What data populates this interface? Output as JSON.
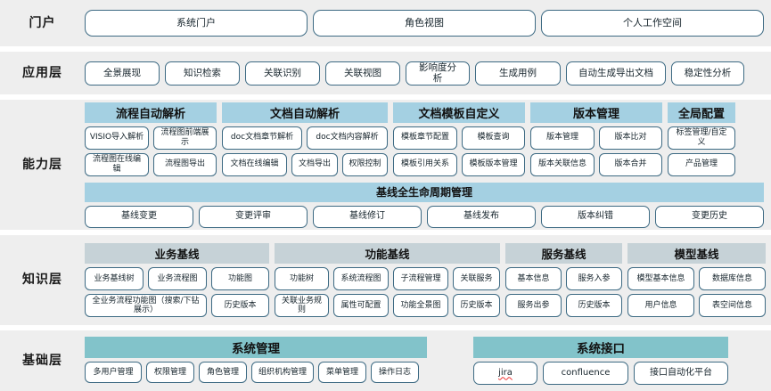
{
  "meta": {
    "title": "系统架构分层图",
    "colors": {
      "band_bg": "#eeeeee",
      "pill_border": "#3d6a83",
      "header_capability": "#a4d0e2",
      "header_knowledge": "#c6d2d7",
      "header_base": "#82c3ca",
      "page_bg": "#ffffff"
    }
  },
  "layers": [
    {
      "id": "portal",
      "label": "门户",
      "items": [
        "系统门户",
        "角色视图",
        "个人工作空间"
      ]
    },
    {
      "id": "application",
      "label": "应用层",
      "items": [
        "全景展现",
        "知识检索",
        "关联识别",
        "关联视图",
        "影响度分析",
        "生成用例",
        "自动生成导出文档",
        "稳定性分析"
      ]
    },
    {
      "id": "capability",
      "label": "能力层",
      "groups": [
        {
          "header": "流程自动解析",
          "row1": [
            "VISIO导入解析",
            "流程图前端展示"
          ],
          "row2": [
            "流程图在线编辑",
            "流程图导出"
          ]
        },
        {
          "header": "文档自动解析",
          "row1": [
            "doc文档章节解析",
            "doc文档内容解析"
          ],
          "row2": [
            "文档在线编辑",
            "文档导出",
            "权限控制"
          ]
        },
        {
          "header": "文档模板自定义",
          "row1": [
            "模板章节配置",
            "模板查询"
          ],
          "row2": [
            "模板引用关系",
            "模板版本管理"
          ]
        },
        {
          "header": "版本管理",
          "row1": [
            "版本管理",
            "版本比对"
          ],
          "row2": [
            "版本关联信息",
            "版本合并"
          ]
        },
        {
          "header": "全局配置",
          "row1": [
            "标签管理/自定义"
          ],
          "row2": [
            "产品管理"
          ]
        }
      ],
      "lifecycle": {
        "header": "基线全生命周期管理",
        "items": [
          "基线变更",
          "变更评审",
          "基线修订",
          "基线发布",
          "版本纠错",
          "变更历史"
        ]
      }
    },
    {
      "id": "knowledge",
      "label": "知识层",
      "groups": [
        {
          "header": "业务基线",
          "row1": [
            "业务基线树",
            "业务流程图",
            "功能图"
          ],
          "row2": [
            "全业务流程功能图（搜索/下钻展示）",
            "历史版本"
          ]
        },
        {
          "header": "功能基线",
          "row1": [
            "功能树",
            "系统流程图",
            "子流程管理",
            "关联服务"
          ],
          "row2": [
            "关联业务规则",
            "属性可配置",
            "功能全景图",
            "历史版本"
          ]
        },
        {
          "header": "服务基线",
          "row1": [
            "基本信息",
            "服务入参"
          ],
          "row2": [
            "服务出参",
            "历史版本"
          ]
        },
        {
          "header": "模型基线",
          "row1": [
            "模型基本信息",
            "数据库信息"
          ],
          "row2": [
            "用户信息",
            "表空间信息"
          ]
        }
      ]
    },
    {
      "id": "infrastructure",
      "label": "基础层",
      "groups": [
        {
          "header": "系统管理",
          "items": [
            "多用户管理",
            "权限管理",
            "角色管理",
            "组织机构管理",
            "菜单管理",
            "操作日志"
          ]
        },
        {
          "header": "系统接口",
          "items": [
            "jira",
            "confluence",
            "接口自动化平台"
          ]
        }
      ]
    }
  ]
}
